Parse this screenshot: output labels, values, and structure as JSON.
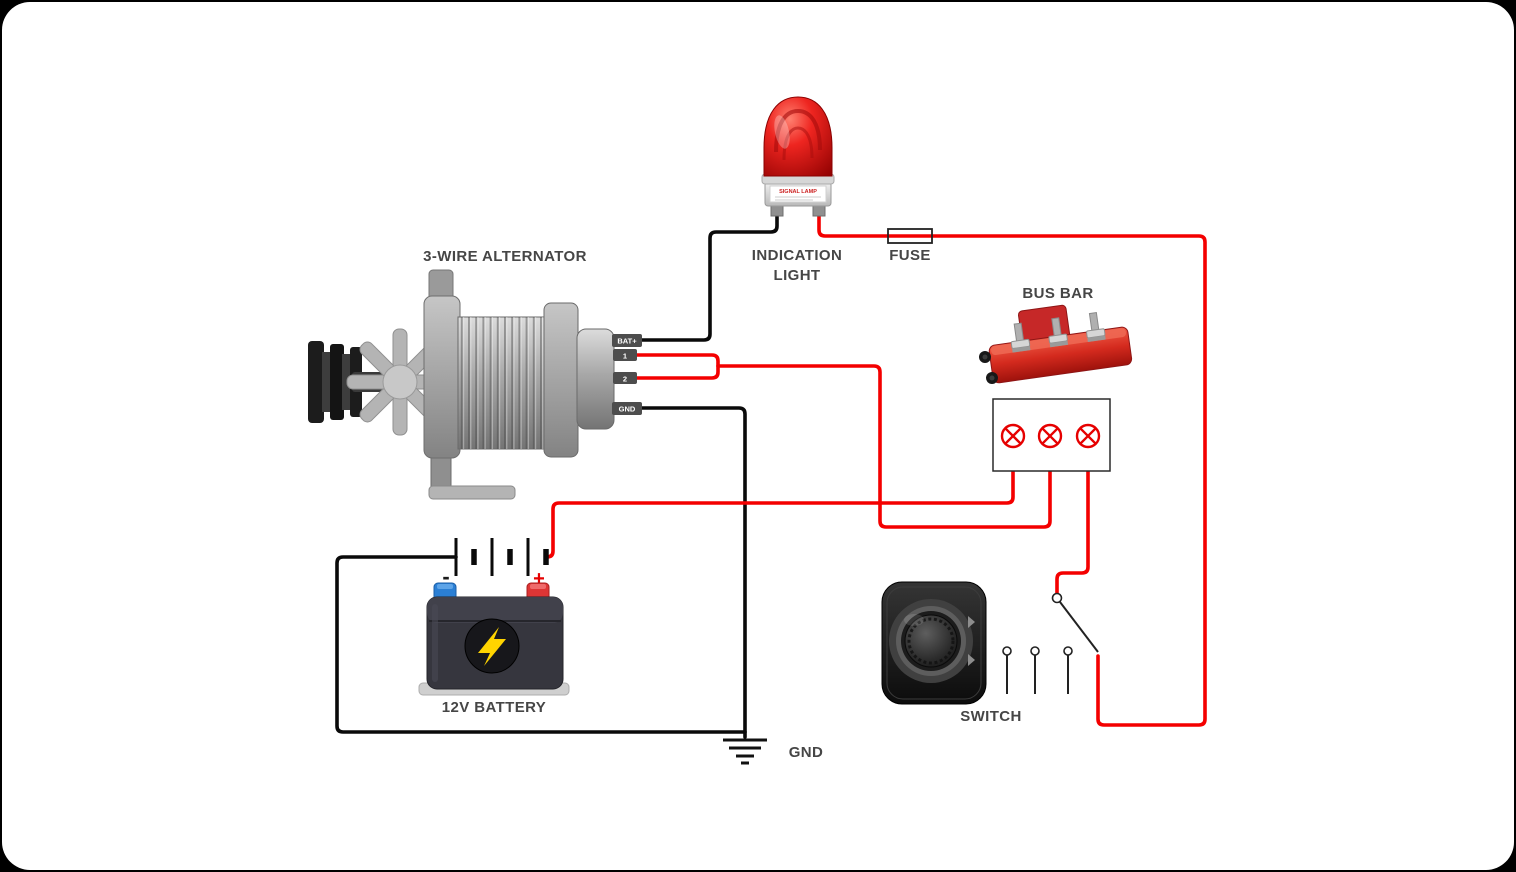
{
  "colors": {
    "background": "#000000",
    "panel": "#ffffff",
    "wire_hot": "#f40000",
    "wire_ground": "#0a0a0a",
    "label_text": "#464646",
    "lamp_symbol": "#e60000",
    "bus_bar_red": "#d42a1e",
    "battery_negative_terminal": "#2b7fd4",
    "battery_positive_terminal": "#de3535",
    "bolt_yellow": "#ffd400"
  },
  "components": {
    "alternator": {
      "label": "3-WIRE ALTERNATOR",
      "terminals": [
        {
          "name": "BAT+"
        },
        {
          "name": "1"
        },
        {
          "name": "2"
        },
        {
          "name": "GND"
        }
      ]
    },
    "indication_light": {
      "label_line1": "INDICATION",
      "label_line2": "LIGHT",
      "badge_text": "SIGNAL LAMP"
    },
    "fuse": {
      "label": "FUSE"
    },
    "bus_bar": {
      "label": "BUS BAR"
    },
    "battery": {
      "label": "12V BATTERY",
      "negative_sign": "-",
      "positive_sign": "+"
    },
    "switch": {
      "label": "SWITCH"
    },
    "ground": {
      "label": "GND"
    }
  }
}
